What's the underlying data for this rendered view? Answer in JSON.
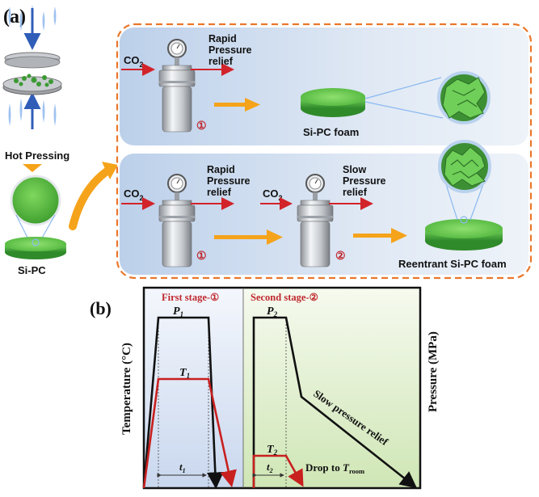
{
  "panel_a": {
    "label": "(a)",
    "hot_pressing": "Hot Pressing",
    "si_pc": "Si-PC",
    "row1": {
      "gas": "CO",
      "gas_sub": "2",
      "relief_lines": [
        "Rapid",
        "Pressure",
        "relief"
      ],
      "step": "①",
      "product": "Si-PC foam"
    },
    "row2": {
      "gas": "CO",
      "gas_sub": "2",
      "relief1_lines": [
        "Rapid",
        "Pressure",
        "relief"
      ],
      "step1": "①",
      "gas2": "CO",
      "gas2_sub": "2",
      "relief2_lines": [
        "Slow",
        "Pressure",
        "relief"
      ],
      "step2": "②",
      "product": "Reentrant Si-PC foam"
    }
  },
  "panel_b": {
    "label": "(b)",
    "first_stage": "First stage-①",
    "second_stage": "Second stage-②",
    "y_left": "Temperature (°C)",
    "y_right": "Pressure (MPa)",
    "p1": "P",
    "p1_sub": "1",
    "t1": "T",
    "t1_sub": "1",
    "p2": "P",
    "p2_sub": "2",
    "t2": "T",
    "t2_sub": "2",
    "time1": "t",
    "time1_sub": "1",
    "time2": "t",
    "time2_sub": "2",
    "slow_relief": "Slow pressure relief",
    "drop_to": "Drop to ",
    "drop_T": "T",
    "drop_sub": "room"
  },
  "colors": {
    "dashed_box": "#e9772c",
    "arrow_orange": "#f5a31a",
    "arrow_red": "#d2232a",
    "foam_green": "#5fc84c",
    "stage1_bg": "#dde6f5",
    "stage2_bg": "#e4f2d3",
    "temp_line": "#c8201f",
    "pressure_line": "#111111"
  }
}
